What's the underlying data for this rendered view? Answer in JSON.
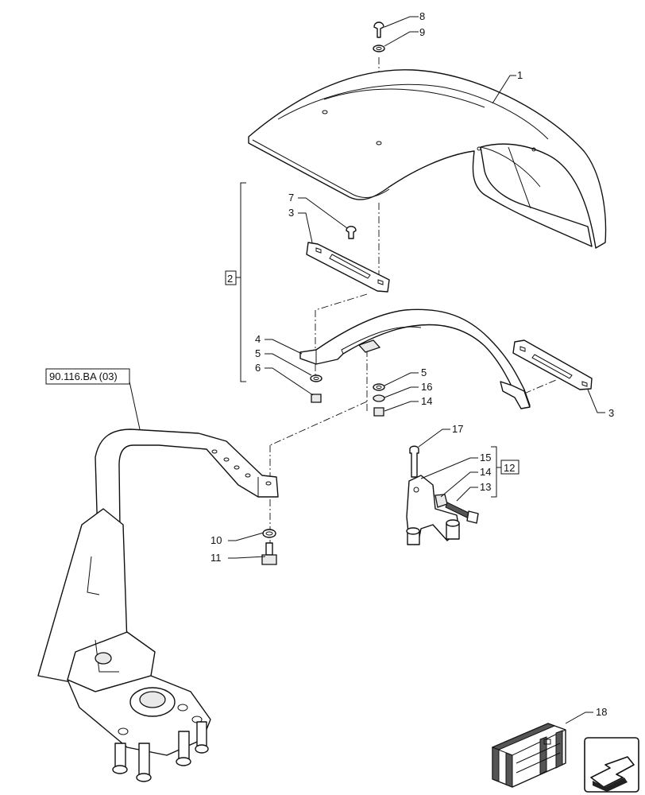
{
  "callouts": {
    "c1": "1",
    "c2": "2",
    "c3a": "3",
    "c3b": "3",
    "c4": "4",
    "c5a": "5",
    "c5b": "5",
    "c6": "6",
    "c7": "7",
    "c8": "8",
    "c9": "9",
    "c10": "10",
    "c11": "11",
    "c12": "12",
    "c13": "13",
    "c14a": "14",
    "c14b": "14",
    "c15": "15",
    "c16": "16",
    "c17": "17",
    "c18": "18"
  },
  "reference": {
    "label": "90.116.BA (03)"
  },
  "icons": {
    "nav": "navigation-arrow-icon",
    "kit": "parts-crate-icon"
  }
}
